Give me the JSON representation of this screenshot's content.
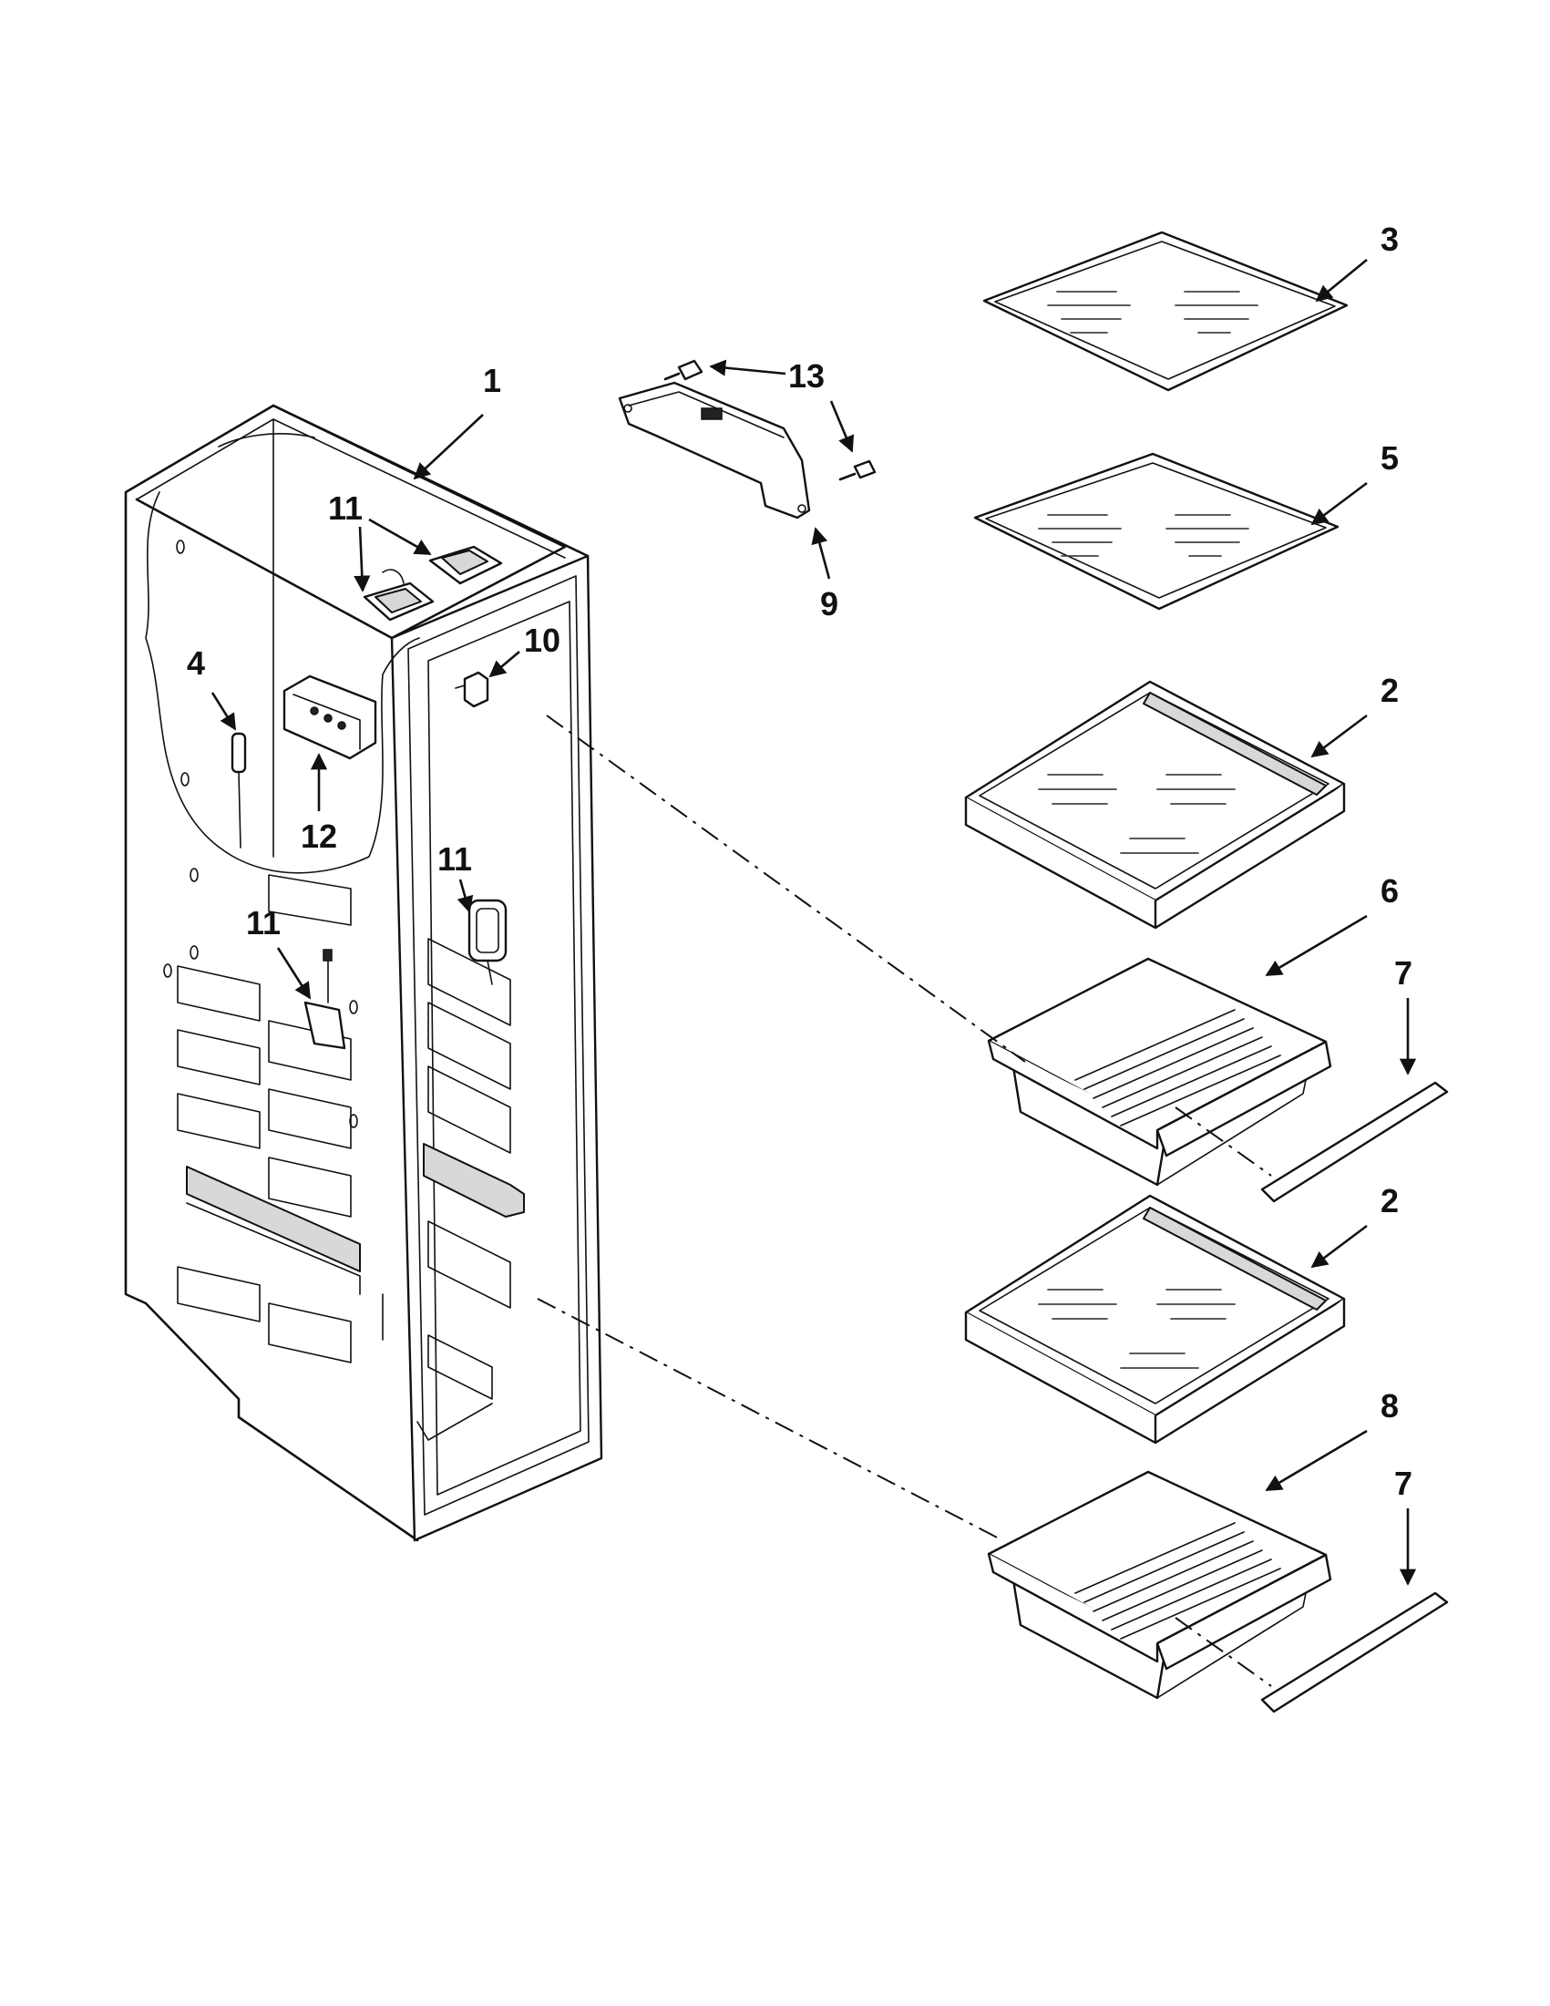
{
  "diagram": {
    "callouts": [
      {
        "id": "c1",
        "label": "1"
      },
      {
        "id": "c2a",
        "label": "2"
      },
      {
        "id": "c2b",
        "label": "2"
      },
      {
        "id": "c3",
        "label": "3"
      },
      {
        "id": "c4",
        "label": "4"
      },
      {
        "id": "c5",
        "label": "5"
      },
      {
        "id": "c6",
        "label": "6"
      },
      {
        "id": "c7a",
        "label": "7"
      },
      {
        "id": "c7b",
        "label": "7"
      },
      {
        "id": "c8",
        "label": "8"
      },
      {
        "id": "c9",
        "label": "9"
      },
      {
        "id": "c10",
        "label": "10"
      },
      {
        "id": "c11a",
        "label": "11"
      },
      {
        "id": "c11b",
        "label": "11"
      },
      {
        "id": "c11c",
        "label": "11"
      },
      {
        "id": "c12",
        "label": "12"
      },
      {
        "id": "c13",
        "label": "13"
      }
    ],
    "colors": {
      "line": "#111111",
      "background": "#ffffff",
      "shade": "#d8d8d8"
    }
  }
}
